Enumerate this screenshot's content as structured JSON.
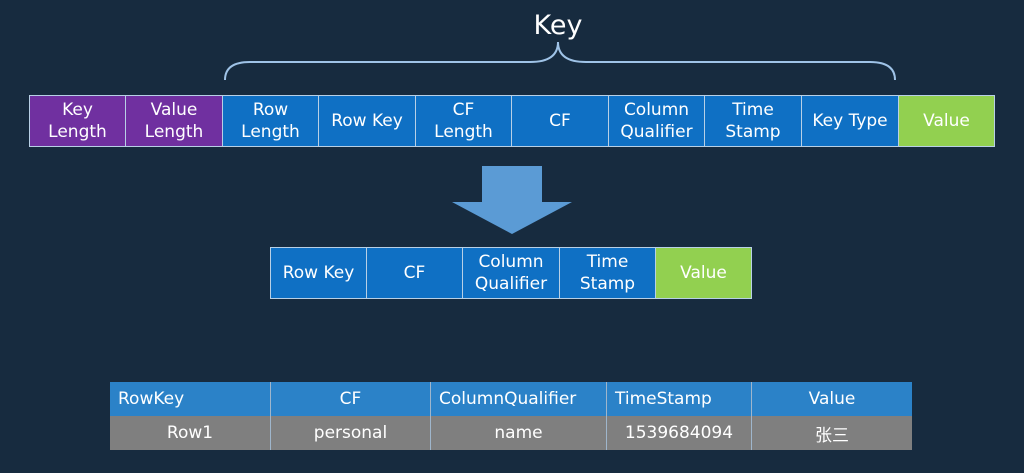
{
  "title": "Key",
  "top_row": [
    {
      "label": "Key\nLength",
      "color": "#7030a0"
    },
    {
      "label": "Value\nLength",
      "color": "#7030a0"
    },
    {
      "label": "Row\nLength",
      "color": "#0f70c4"
    },
    {
      "label": "Row Key",
      "color": "#0f70c4"
    },
    {
      "label": "CF\nLength",
      "color": "#0f70c4"
    },
    {
      "label": "CF",
      "color": "#0f70c4"
    },
    {
      "label": "Column\nQualifier",
      "color": "#0f70c4"
    },
    {
      "label": "Time\nStamp",
      "color": "#0f70c4"
    },
    {
      "label": "Key Type",
      "color": "#0f70c4"
    },
    {
      "label": "Value",
      "color": "#92d050"
    }
  ],
  "mid_row": [
    {
      "label": "Row Key",
      "color": "#0f70c4"
    },
    {
      "label": "CF",
      "color": "#0f70c4"
    },
    {
      "label": "Column\nQualifier",
      "color": "#0f70c4"
    },
    {
      "label": "Time\nStamp",
      "color": "#0f70c4"
    },
    {
      "label": "Value",
      "color": "#92d050"
    }
  ],
  "table": {
    "headers": [
      "RowKey",
      "CF",
      "ColumnQualifier",
      "TimeStamp",
      "Value"
    ],
    "rows": [
      [
        "Row1",
        "personal",
        "name",
        "1539684094",
        "张三"
      ]
    ]
  }
}
